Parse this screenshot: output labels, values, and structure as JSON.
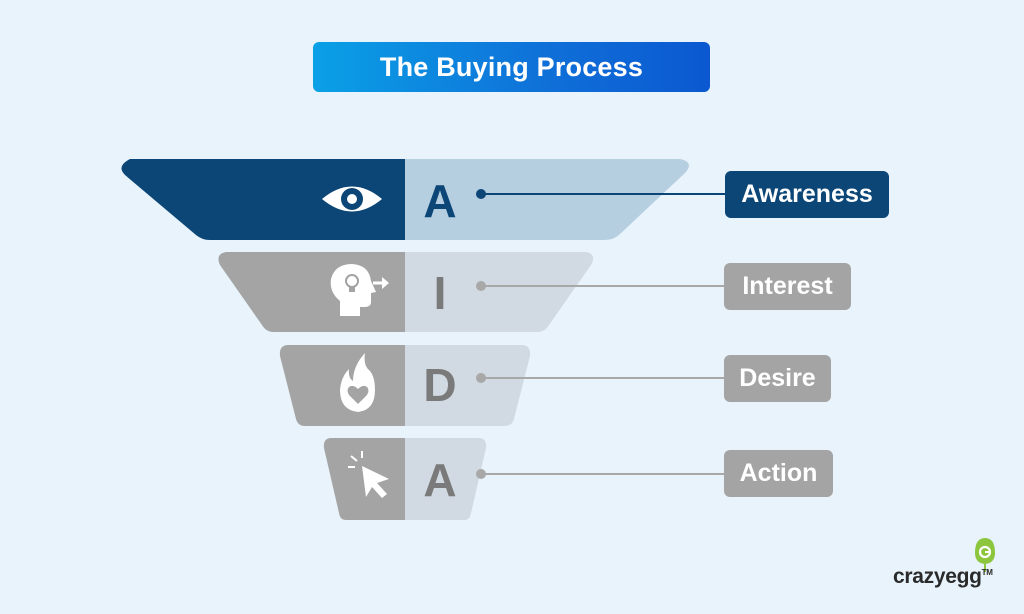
{
  "title": "The Buying Process",
  "stages": [
    {
      "letter": "A",
      "label": "Awareness",
      "icon": "eye-icon",
      "active": true
    },
    {
      "letter": "I",
      "label": "Interest",
      "icon": "head-lightbulb-icon",
      "active": false
    },
    {
      "letter": "D",
      "label": "Desire",
      "icon": "flame-heart-icon",
      "active": false
    },
    {
      "letter": "A",
      "label": "Action",
      "icon": "cursor-click-icon",
      "active": false
    }
  ],
  "colors": {
    "background": "#e8f3fb",
    "active_dark": "#0b4677",
    "active_light": "#b5cee0",
    "inactive_dark": "#a4a4a4",
    "inactive_light": "#d1dae2",
    "connector_inactive": "#a8a8a8",
    "logo_green": "#8cc63f"
  },
  "logo": {
    "text": "crazyegg",
    "tm": "TM"
  }
}
